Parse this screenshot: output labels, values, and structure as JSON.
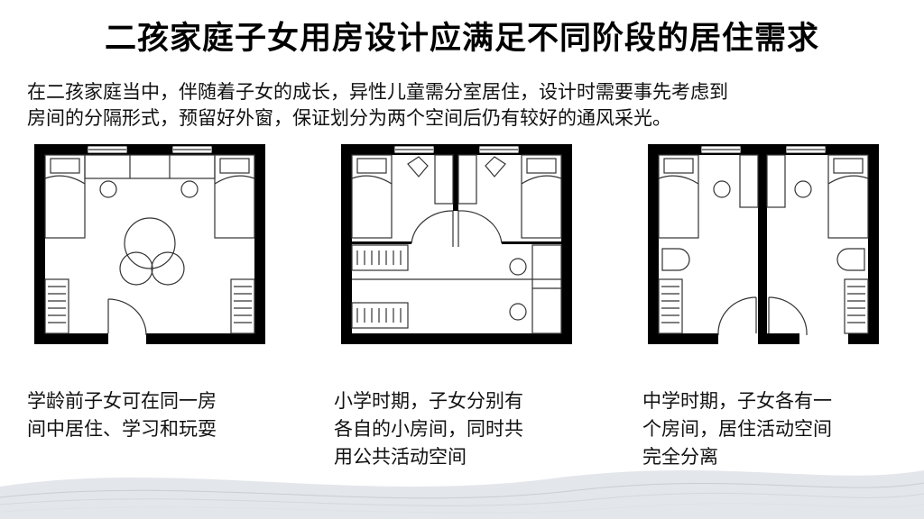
{
  "title": "二孩家庭子女用房设计应满足不同阶段的居住需求",
  "intro": {
    "line1": "在二孩家庭当中，伴随着子女的成长，异性儿童需分室居住，设计时需要事先考虑到",
    "line2": "房间的分隔形式，预留好外窗，保证划分为两个空间后仍有较好的通风采光。"
  },
  "captions": [
    {
      "line1": "学龄前子女可在同一房",
      "line2": "间中居住、学习和玩耍",
      "line3": ""
    },
    {
      "line1": "小学时期，子女分别有",
      "line2": "各自的小房间，同时共",
      "line3": "用公共活动空间"
    },
    {
      "line1": "中学时期，子女各有一",
      "line2": "个房间，居住活动空间",
      "line3": "完全分离"
    }
  ],
  "colors": {
    "wall": "#000000",
    "line": "#333333",
    "wave": "#c9ced4"
  }
}
